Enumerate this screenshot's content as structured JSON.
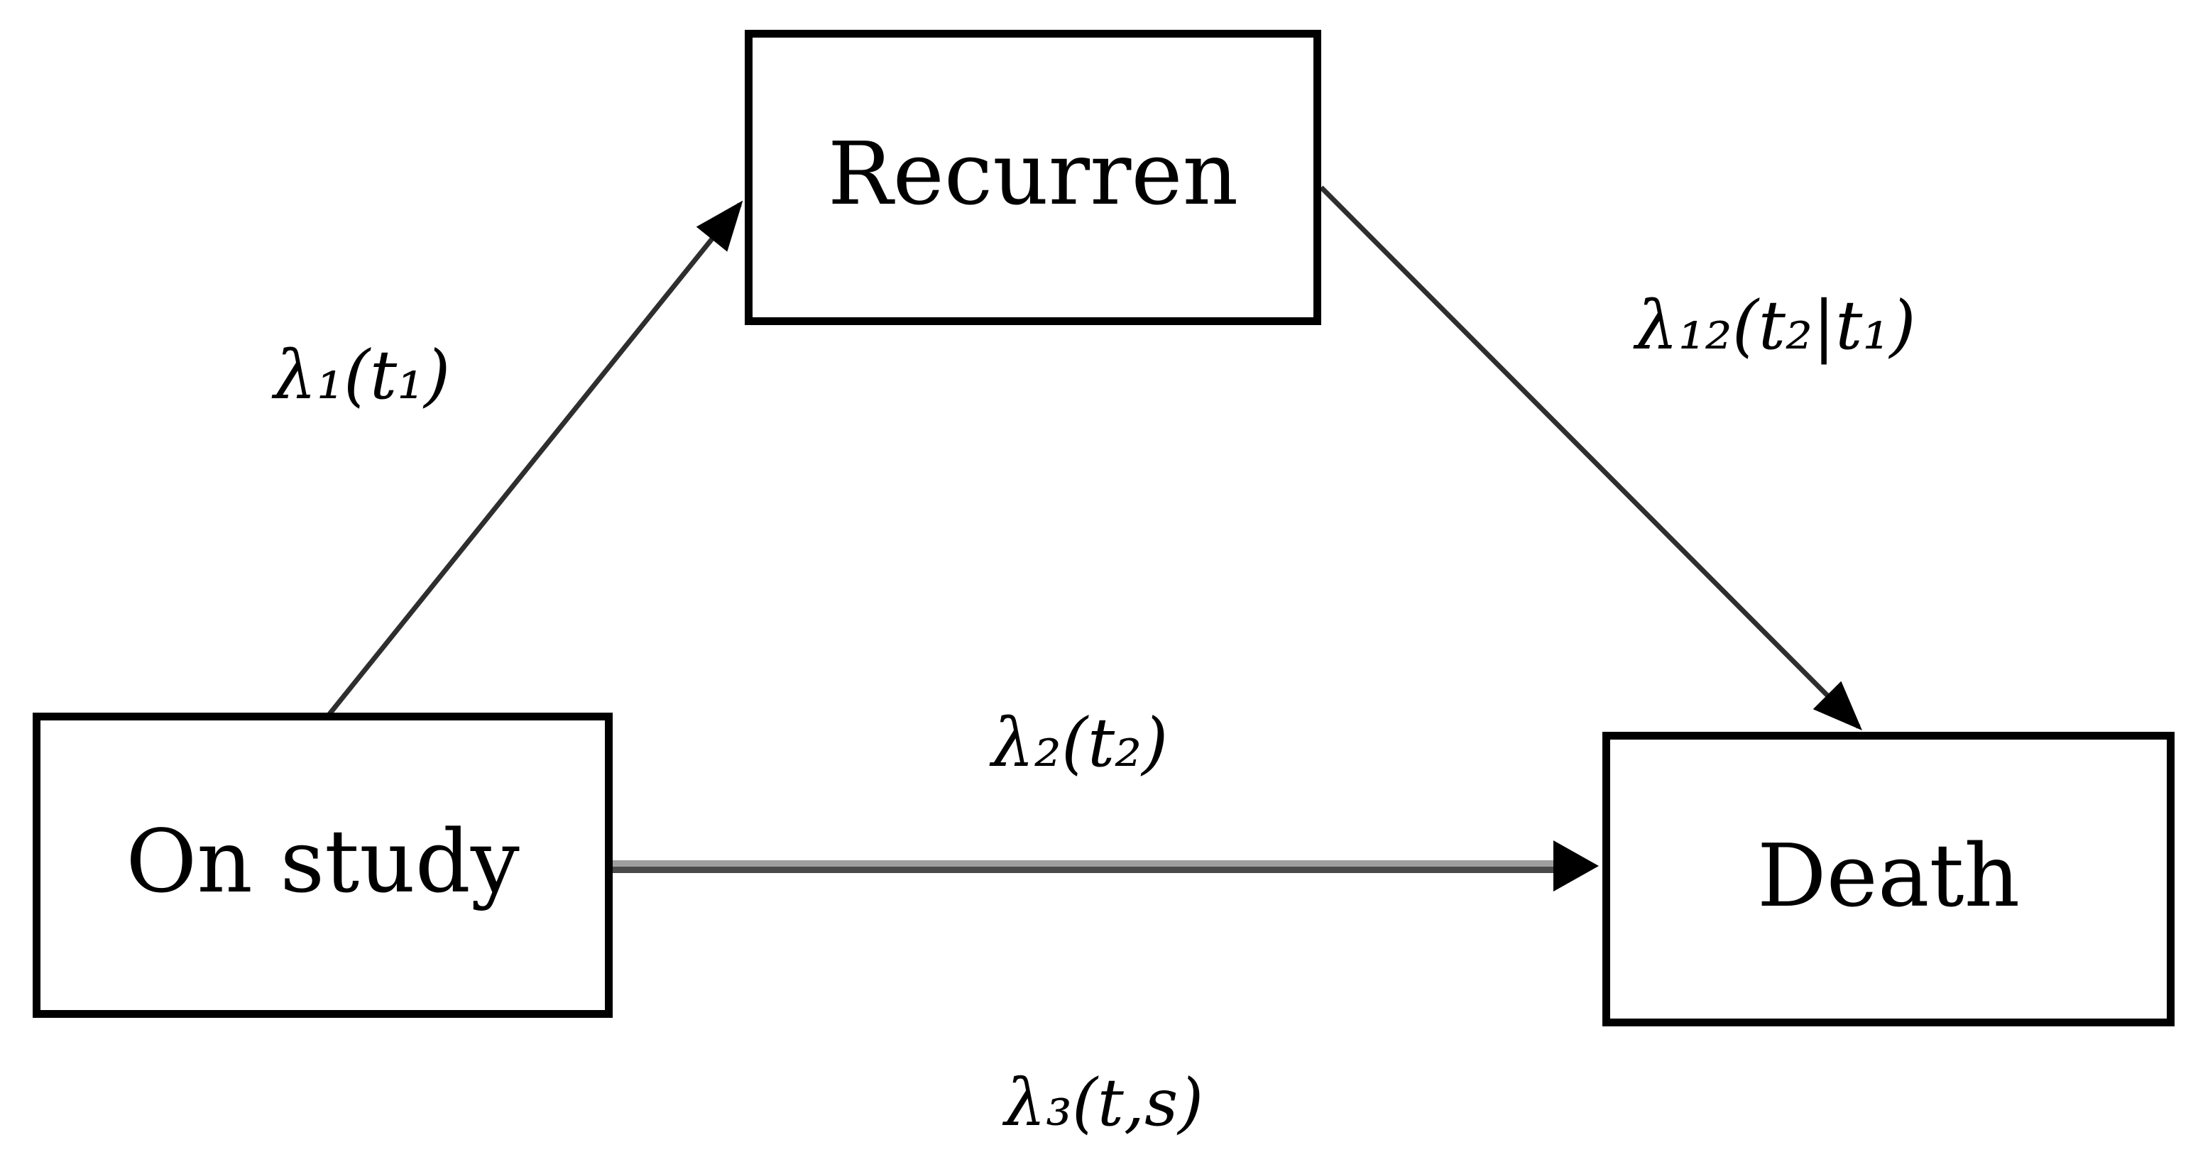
{
  "page": {
    "background": "#ffffff"
  },
  "colors": {
    "box_border": "#000000",
    "text": "#000000",
    "diagonal_arrow": "#2e2e2e",
    "horizontal_arrow_light": "#9e9e9e",
    "horizontal_arrow_dark": "#4a4a4a",
    "arrowhead": "#000000"
  },
  "diagram": {
    "type": "state-transition",
    "nodes": [
      {
        "id": "recurrence",
        "label": "Recurren"
      },
      {
        "id": "on-study",
        "label": "On study"
      },
      {
        "id": "death",
        "label": "Death"
      }
    ],
    "edges": [
      {
        "id": "on-study-to-recurrence",
        "from": "on-study",
        "to": "recurrence",
        "label": "λ₁(t₁)"
      },
      {
        "id": "recurrence-to-death",
        "from": "recurrence",
        "to": "death",
        "label": "λ₁₂(t₂|t₁)"
      },
      {
        "id": "on-study-to-death",
        "from": "on-study",
        "to": "death",
        "label": "λ₂(t₂)"
      }
    ],
    "footer_label": "λ₃(t,s)"
  }
}
